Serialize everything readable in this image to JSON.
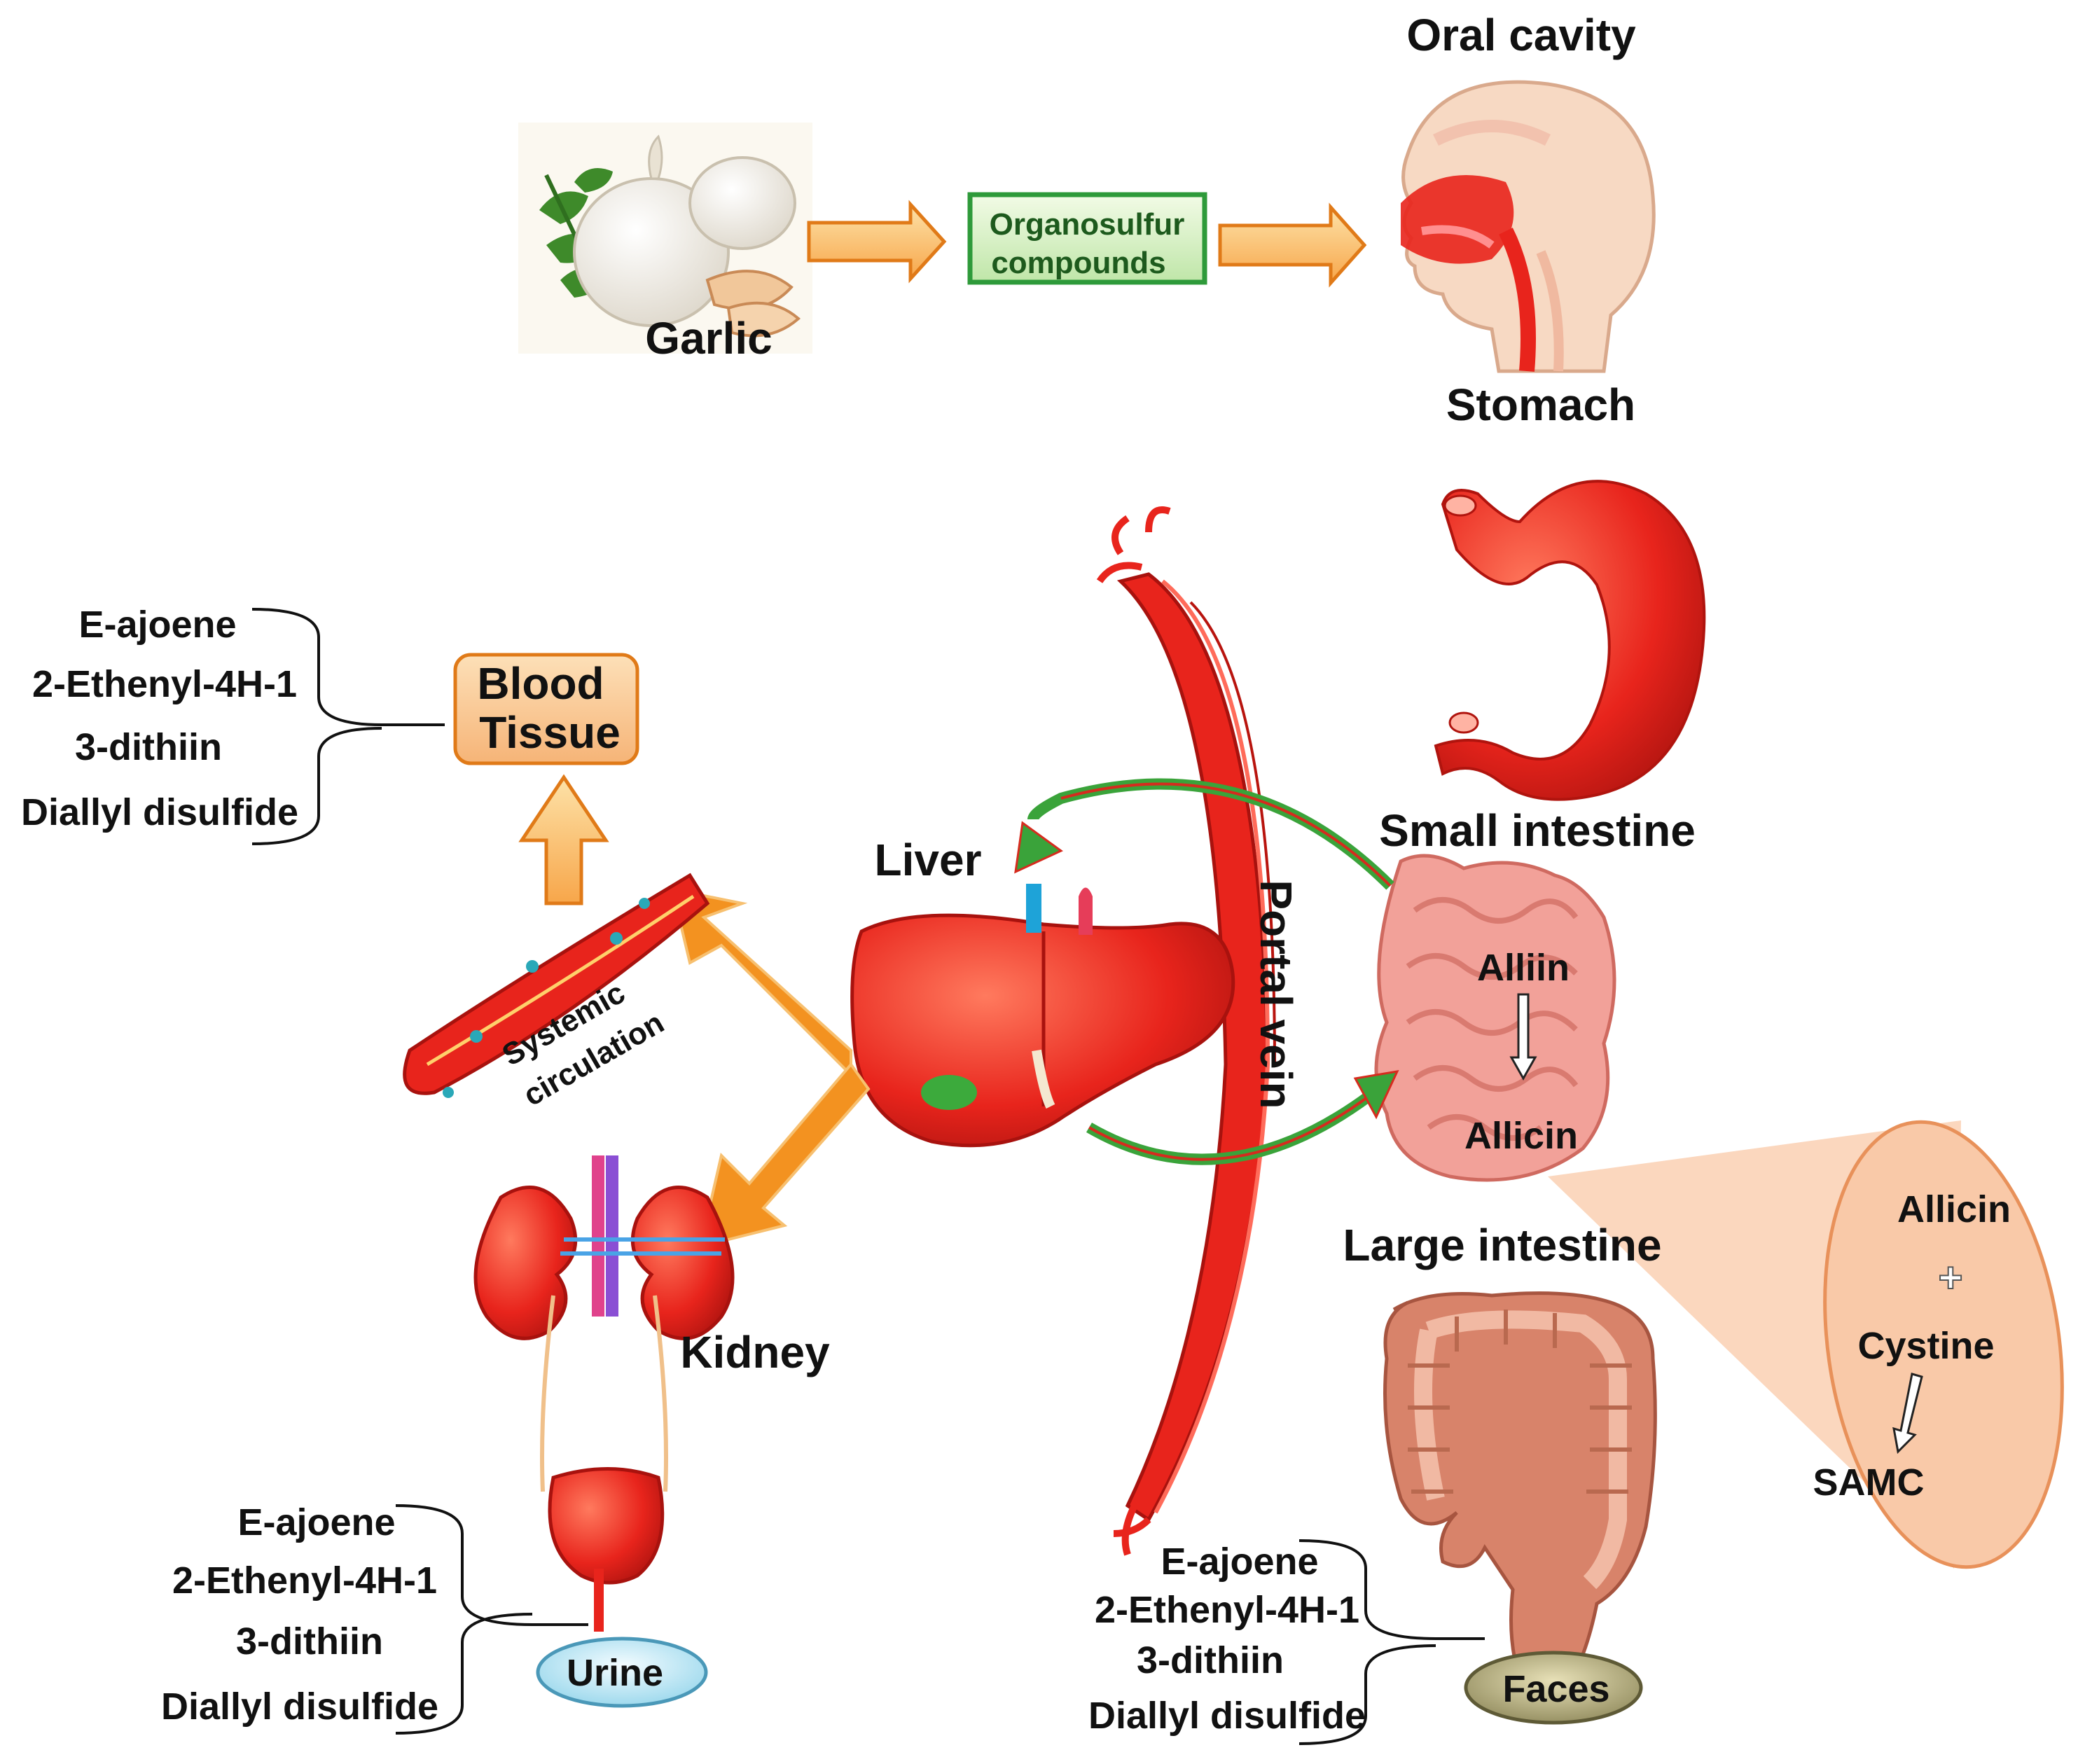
{
  "labels": {
    "garlic": "Garlic",
    "organosulfur_line1": "Organosulfur",
    "organosulfur_line2": "compounds",
    "oral_cavity": "Oral cavity",
    "stomach": "Stomach",
    "small_intestine": "Small intestine",
    "large_intestine": "Large intestine",
    "liver": "Liver",
    "kidney": "Kidney",
    "portal_vein": "Portal vein",
    "systemic_line1": "Systemic",
    "systemic_line2": "circulation",
    "blood_tissue_line1": "Blood",
    "blood_tissue_line2": "Tissue",
    "urine": "Urine",
    "faces": "Faces",
    "alliin": "Alliin",
    "allicin_intestine": "Allicin",
    "zoom_allicin": "Allicin",
    "zoom_plus": "+",
    "zoom_cystine": "Cystine",
    "zoom_samc": "SAMC"
  },
  "metabolite_lists": {
    "blood": [
      "E-ajoene",
      "2-Ethenyl-4H-1",
      "3-dithiin",
      "Diallyl disulfide"
    ],
    "urine": [
      "E-ajoene",
      "2-Ethenyl-4H-1",
      "3-dithiin",
      "Diallyl disulfide"
    ],
    "faces": [
      "E-ajoene",
      "2-Ethenyl-4H-1",
      "3-dithiin",
      "Diallyl disulfide"
    ]
  },
  "colors": {
    "organ_red": "#e8241c",
    "arrow_orange": "#f7b45a",
    "flow_orange": "#f39220",
    "green_arrow": "#3aa33a",
    "intestine_pink": "#f2a199",
    "colon_brown": "#d8836a",
    "zoom_peach": "#f9c9a8",
    "box_green": "#2e9a3a",
    "urine_blue": "#bfe6f2",
    "faces_tan": "#a29a6a"
  }
}
